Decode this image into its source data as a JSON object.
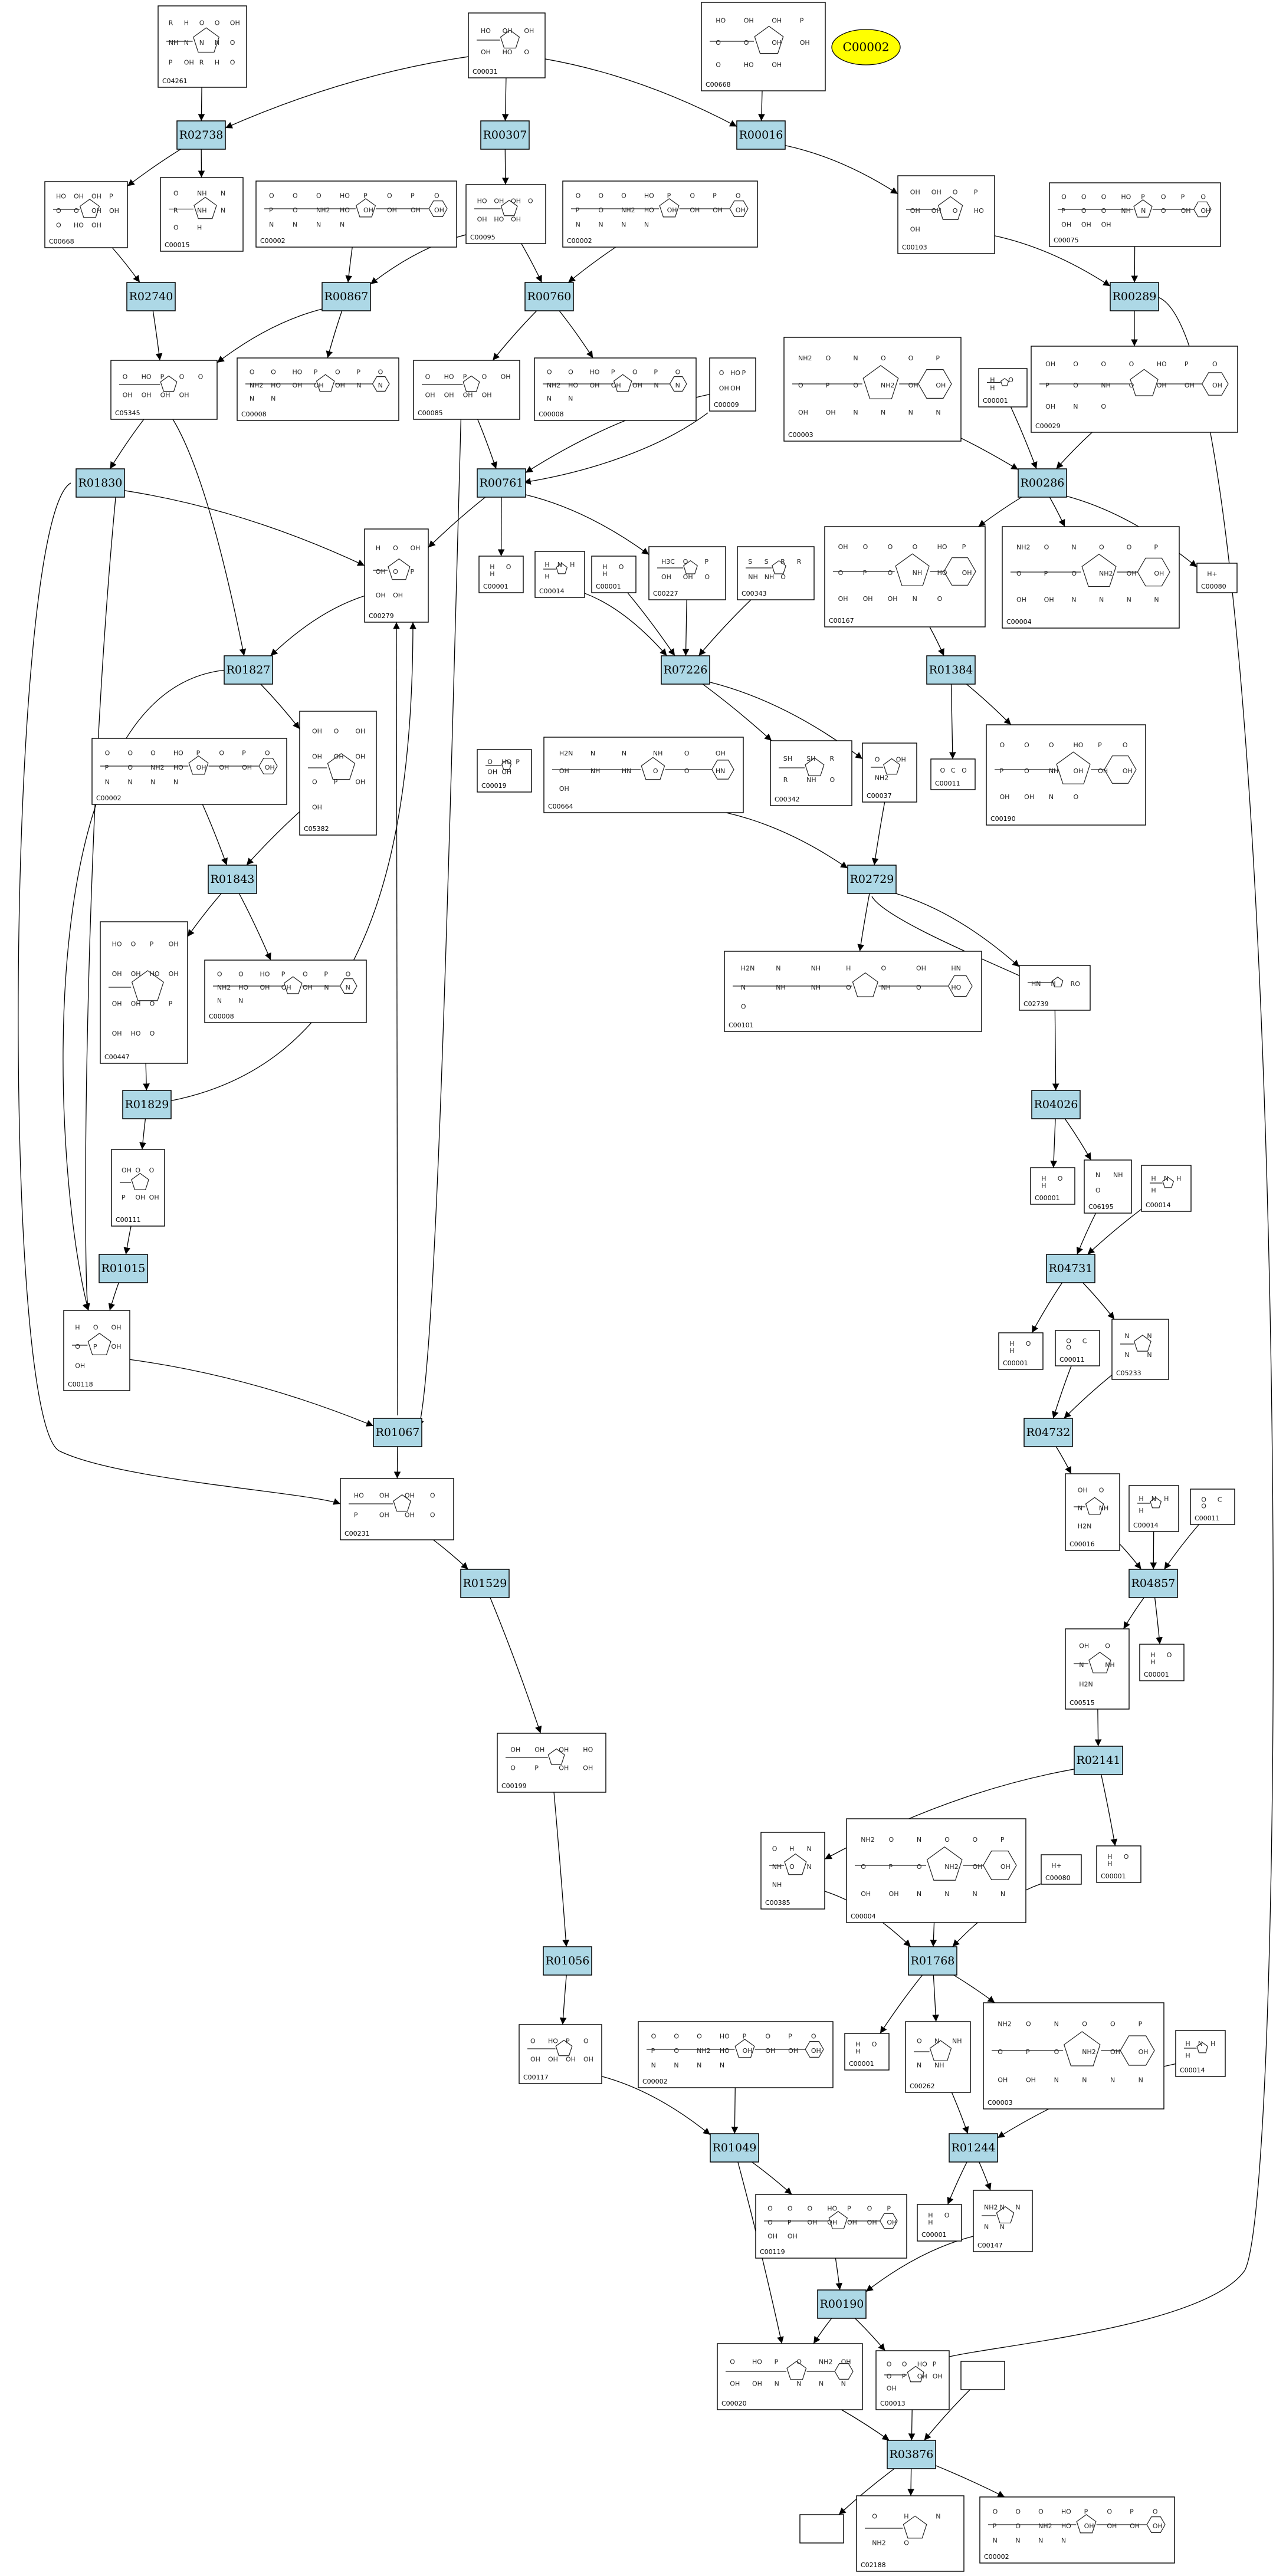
{
  "start_node": {
    "label": "C00002"
  },
  "reactions": [
    "R02738",
    "R00307",
    "R00016",
    "R02740",
    "R00867",
    "R00760",
    "R00289",
    "R01830",
    "R00761",
    "R00286",
    "R01827",
    "R07226",
    "R01384",
    "R01843",
    "R02729",
    "R04026",
    "R01829",
    "R01015",
    "R04731",
    "R01067",
    "R04732",
    "R01529",
    "R04857",
    "R02141",
    "R01056",
    "R01768",
    "R01049",
    "R01244",
    "R00190",
    "R03876"
  ],
  "compounds": [
    {
      "id": "C04261",
      "text": [
        "R",
        "H",
        "O",
        "O",
        "OH",
        "NH",
        "N",
        "N",
        "N",
        "O",
        "P",
        "OH",
        "R",
        "H",
        "O"
      ]
    },
    {
      "id": "C00031",
      "text": [
        "HO",
        "OH",
        "OH",
        "OH",
        "HO",
        "O"
      ]
    },
    {
      "id": "C00668",
      "text": [
        "HO",
        "OH",
        "OH",
        "P",
        "O",
        "O",
        "OH",
        "OH",
        "O",
        "HO",
        "OH"
      ]
    },
    {
      "id": "C00015",
      "text": [
        "O",
        "NH",
        "N",
        "R",
        "NH",
        "N",
        "O",
        "H"
      ]
    },
    {
      "id": "C00002",
      "text": [
        "O",
        "O",
        "O",
        "HO",
        "P",
        "O",
        "P",
        "O",
        "P",
        "O",
        "NH2",
        "HO",
        "OH",
        "OH",
        "OH",
        "OH",
        "N",
        "N",
        "N",
        "N"
      ]
    },
    {
      "id": "C00095",
      "text": [
        "HO",
        "OH",
        "OH",
        "O",
        "OH",
        "HO",
        "OH"
      ]
    },
    {
      "id": "C00103",
      "text": [
        "OH",
        "OH",
        "O",
        "P",
        "OH",
        "OH",
        "O",
        "HO",
        "OH"
      ]
    },
    {
      "id": "C00075",
      "text": [
        "O",
        "O",
        "O",
        "HO",
        "P",
        "O",
        "P",
        "O",
        "P",
        "O",
        "O",
        "NH",
        "N",
        "O",
        "OH",
        "OH",
        "OH",
        "OH",
        "OH"
      ]
    },
    {
      "id": "C05345",
      "text": [
        "O",
        "HO",
        "P",
        "O",
        "O",
        "OH",
        "OH",
        "OH",
        "OH"
      ]
    },
    {
      "id": "C00008",
      "text": [
        "O",
        "O",
        "HO",
        "P",
        "O",
        "P",
        "O",
        "NH2",
        "HO",
        "OH",
        "OH",
        "OH",
        "N",
        "N",
        "N",
        "N"
      ]
    },
    {
      "id": "C00085",
      "text": [
        "O",
        "HO",
        "P",
        "O",
        "OH",
        "OH",
        "OH",
        "OH",
        "OH"
      ]
    },
    {
      "id": "C00009",
      "text": [
        "O",
        "HO",
        "P",
        "OH",
        "OH"
      ]
    },
    {
      "id": "C00003",
      "text": [
        "NH2",
        "O",
        "N",
        "O",
        "O",
        "P",
        "O",
        "P",
        "O",
        "NH2",
        "OH",
        "OH",
        "OH",
        "OH",
        "N",
        "N",
        "N",
        "N"
      ]
    },
    {
      "id": "C00001",
      "text": [
        "H",
        "O",
        "H"
      ]
    },
    {
      "id": "C00029",
      "text": [
        "OH",
        "O",
        "O",
        "O",
        "HO",
        "P",
        "O",
        "P",
        "O",
        "NH",
        "O",
        "OH",
        "OH",
        "OH",
        "OH",
        "N",
        "O"
      ]
    },
    {
      "id": "C00279",
      "text": [
        "H",
        "O",
        "OH",
        "OH",
        "O",
        "P",
        "OH",
        "OH"
      ]
    },
    {
      "id": "C00014",
      "text": [
        "H",
        "N",
        "H",
        "H"
      ]
    },
    {
      "id": "C00227",
      "text": [
        "H3C",
        "O",
        "P",
        "OH",
        "OH",
        "O"
      ]
    },
    {
      "id": "C00343",
      "text": [
        "S",
        "S",
        "R",
        "R",
        "NH",
        "NH",
        "O"
      ]
    },
    {
      "id": "C00167",
      "text": [
        "OH",
        "O",
        "O",
        "O",
        "HO",
        "P",
        "O",
        "P",
        "O",
        "NH",
        "HO",
        "OH",
        "OH",
        "OH",
        "OH",
        "N",
        "O"
      ]
    },
    {
      "id": "C00004",
      "text": [
        "NH2",
        "O",
        "N",
        "O",
        "O",
        "P",
        "O",
        "P",
        "O",
        "NH2",
        "OH",
        "OH",
        "OH",
        "OH",
        "N",
        "N",
        "N",
        "N"
      ]
    },
    {
      "id": "C00080",
      "text": [
        "H+"
      ]
    },
    {
      "id": "C05382",
      "text": [
        "OH",
        "O",
        "OH",
        "OH",
        "OH",
        "OH",
        "O",
        "P",
        "OH",
        "OH"
      ]
    },
    {
      "id": "C00019",
      "text": [
        "O",
        "HO",
        "P",
        "OH",
        "OH"
      ]
    },
    {
      "id": "C00664",
      "text": [
        "H2N",
        "N",
        "N",
        "NH",
        "O",
        "OH",
        "OH",
        "NH",
        "HN",
        "O",
        "O",
        "HN",
        "OH"
      ]
    },
    {
      "id": "C00342",
      "text": [
        "SH",
        "SH",
        "R",
        "R",
        "NH",
        "O"
      ]
    },
    {
      "id": "C00037",
      "text": [
        "O",
        "OH",
        "NH2"
      ]
    },
    {
      "id": "C00011",
      "text": [
        "O",
        "C",
        "O"
      ]
    },
    {
      "id": "C00190",
      "text": [
        "O",
        "O",
        "O",
        "HO",
        "P",
        "O",
        "P",
        "O",
        "NH",
        "OH",
        "OH",
        "OH",
        "OH",
        "OH",
        "N",
        "O"
      ]
    },
    {
      "id": "C00447",
      "text": [
        "HO",
        "O",
        "P",
        "OH",
        "OH",
        "OH",
        "HO",
        "OH",
        "OH",
        "OH",
        "O",
        "P",
        "OH",
        "HO",
        "O"
      ]
    },
    {
      "id": "C00101",
      "text": [
        "H2N",
        "N",
        "NH",
        "H",
        "O",
        "OH",
        "HN",
        "N",
        "NH",
        "NH",
        "O",
        "NH",
        "O",
        "HO",
        "O"
      ]
    },
    {
      "id": "C02739",
      "text": [
        "HN",
        "N",
        "RO"
      ]
    },
    {
      "id": "C00111",
      "text": [
        "OH",
        "O",
        "O",
        "P",
        "OH",
        "OH"
      ]
    },
    {
      "id": "C06195",
      "text": [
        "N",
        "NH",
        "O"
      ]
    },
    {
      "id": "C00118",
      "text": [
        "H",
        "O",
        "OH",
        "O",
        "P",
        "OH",
        "OH"
      ]
    },
    {
      "id": "C00231",
      "text": [
        "HO",
        "OH",
        "OH",
        "O",
        "P",
        "OH",
        "OH",
        "O"
      ]
    },
    {
      "id": "C05233",
      "text": [
        "N",
        "N",
        "N",
        "N"
      ]
    },
    {
      "id": "C00016",
      "text": [
        "OH",
        "O",
        "N",
        "NH",
        "H2N"
      ]
    },
    {
      "id": "C00199",
      "text": [
        "OH",
        "OH",
        "OH",
        "HO",
        "O",
        "P",
        "OH",
        "OH"
      ]
    },
    {
      "id": "C00515",
      "text": [
        "OH",
        "O",
        "N",
        "NH",
        "H2N"
      ]
    },
    {
      "id": "C00385",
      "text": [
        "O",
        "H",
        "N",
        "NH",
        "O",
        "N",
        "NH"
      ]
    },
    {
      "id": "C00117",
      "text": [
        "O",
        "HO",
        "P",
        "O",
        "OH",
        "OH",
        "OH",
        "OH"
      ]
    },
    {
      "id": "C00262",
      "text": [
        "O",
        "N",
        "NH",
        "N",
        "NH"
      ]
    },
    {
      "id": "C00119",
      "text": [
        "O",
        "O",
        "O",
        "HO",
        "P",
        "O",
        "P",
        "O",
        "P",
        "OH",
        "OH",
        "OH",
        "OH",
        "OH",
        "OH",
        "OH"
      ]
    },
    {
      "id": "C00147",
      "text": [
        "NH2",
        "N",
        "N",
        "N",
        "N"
      ]
    },
    {
      "id": "C00020",
      "text": [
        "O",
        "HO",
        "P",
        "O",
        "NH2",
        "OH",
        "OH",
        "OH",
        "N",
        "N",
        "N",
        "N"
      ]
    },
    {
      "id": "C00013",
      "text": [
        "O",
        "O",
        "HO",
        "P",
        "O",
        "P",
        "OH",
        "OH",
        "OH"
      ]
    },
    {
      "id": "C02188",
      "text": [
        "O",
        "H",
        "N",
        "NH2",
        "O"
      ]
    }
  ]
}
